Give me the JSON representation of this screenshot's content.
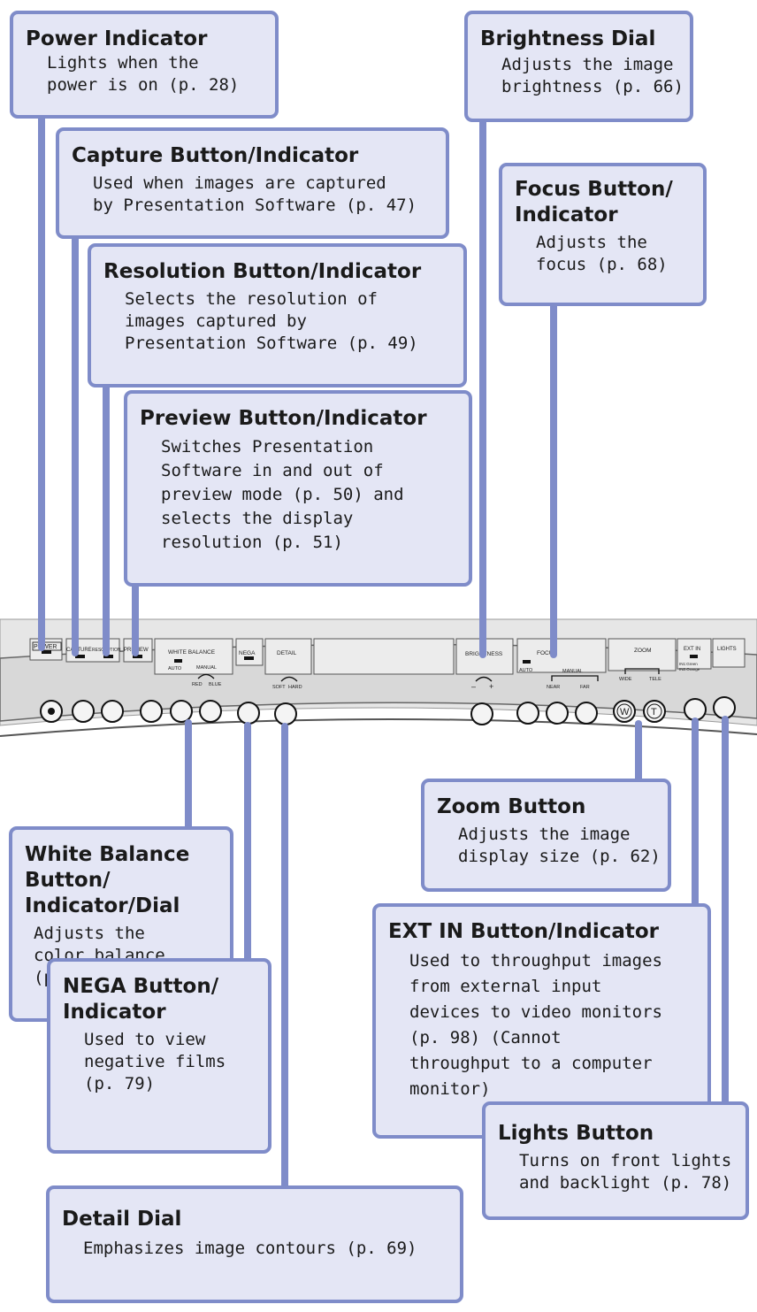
{
  "colors": {
    "callout_fill": "#e4e6f5",
    "callout_border": "#7f8cc9",
    "leader": "#7f8cc9",
    "panel": "#e6e6e6",
    "panel_strip": "#d2d2d2"
  },
  "callouts": {
    "power": {
      "title": "Power Indicator",
      "body": "Lights when the\npower is on (p. 28)"
    },
    "capture": {
      "title": "Capture Button/Indicator",
      "body": "Used when images are captured\nby Presentation Software (p. 47)"
    },
    "resolution": {
      "title": "Resolution Button/Indicator",
      "body": "Selects the resolution of\nimages captured by\nPresentation Software (p. 49)"
    },
    "preview": {
      "title": "Preview Button/Indicator",
      "body": "Switches Presentation\nSoftware in and out of\npreview mode (p. 50) and\nselects the display\nresolution (p. 51)"
    },
    "brightness": {
      "title": "Brightness Dial",
      "body": "Adjusts the image\nbrightness (p. 66)"
    },
    "focus": {
      "title": "Focus Button/\nIndicator",
      "body": "Adjusts the\nfocus (p. 68)"
    },
    "white_balance": {
      "title": "White Balance\nButton/\nIndicator/Dial",
      "body": "Adjusts the\ncolor balance\n(p. 71)"
    },
    "nega": {
      "title": "NEGA Button/\nIndicator",
      "body": "Used to view\nnegative films\n(p. 79)"
    },
    "detail": {
      "title": "Detail Dial",
      "body": "Emphasizes image contours (p. 69)"
    },
    "zoom": {
      "title": "Zoom Button",
      "body": "Adjusts the image\ndisplay size (p. 62)"
    },
    "ext_in": {
      "title": "EXT IN Button/Indicator",
      "body": "Used to throughput images\nfrom external input\ndevices to video monitors\n(p. 98) (Cannot\nthroughput to a computer\nmonitor)"
    },
    "lights": {
      "title": "Lights Button",
      "body": "Turns on front lights\nand backlight (p. 78)"
    }
  },
  "panel": {
    "labels": {
      "power": "POWER",
      "capture": "CAPTURE",
      "resolution": "RESOLUTION",
      "preview": "PREVIEW",
      "white_balance": "WHITE BALANCE",
      "auto": "AUTO",
      "manual": "MANUAL",
      "red": "RED",
      "blue": "BLUE",
      "nega": "NEGA",
      "detail": "DETAIL",
      "soft": "SOFT",
      "hard": "HARD",
      "brightness": "BRIGHTNESS",
      "minus": "–",
      "plus": "+",
      "focus": "FOCUS",
      "near": "NEAR",
      "far": "FAR",
      "zoom": "ZOOM",
      "wide": "WIDE",
      "tele": "TELE",
      "ext_in": "EXT IN",
      "in1": "IN1:Green",
      "in2": "IN2:Orange",
      "lights": "LIGHTS",
      "zoom_w": "W",
      "zoom_t": "T"
    }
  }
}
